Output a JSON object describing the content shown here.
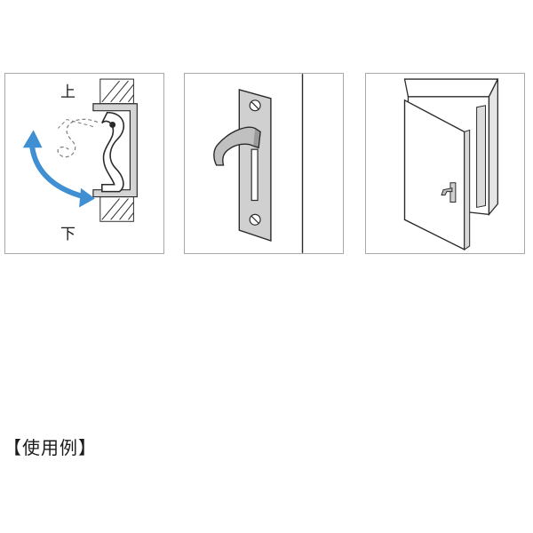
{
  "panel1": {
    "label_up": "上",
    "label_down": "下"
  },
  "caption": "【使用例】",
  "colors": {
    "arrow": "#3f8fd2",
    "line": "#2a2a2a",
    "metal": "#c9c9c9",
    "frame": "#a9a9a9"
  }
}
